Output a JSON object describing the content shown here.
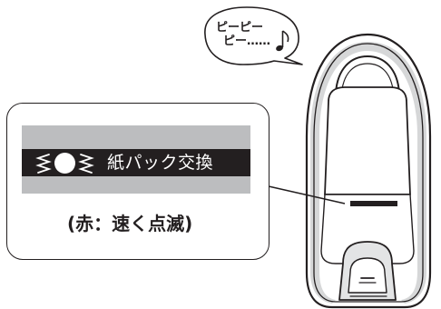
{
  "speech_bubble": {
    "line_1": "ピーピー",
    "line_2": "ピー……",
    "note_icon": "eighth-note-icon"
  },
  "indicator_panel": {
    "lamp_state": "blinking",
    "label": "紙パック交換"
  },
  "status_text": "(赤：速く点滅)",
  "colors": {
    "line": "#231f20",
    "band": "#bcbdbf",
    "panel": "#231f20",
    "device_shading": "#d6d7d8",
    "background": "#ffffff"
  },
  "icons": [
    "speaker-beep-icon",
    "eighth-note-icon",
    "blink-rays-icon",
    "vacuum-cleaner-icon"
  ]
}
